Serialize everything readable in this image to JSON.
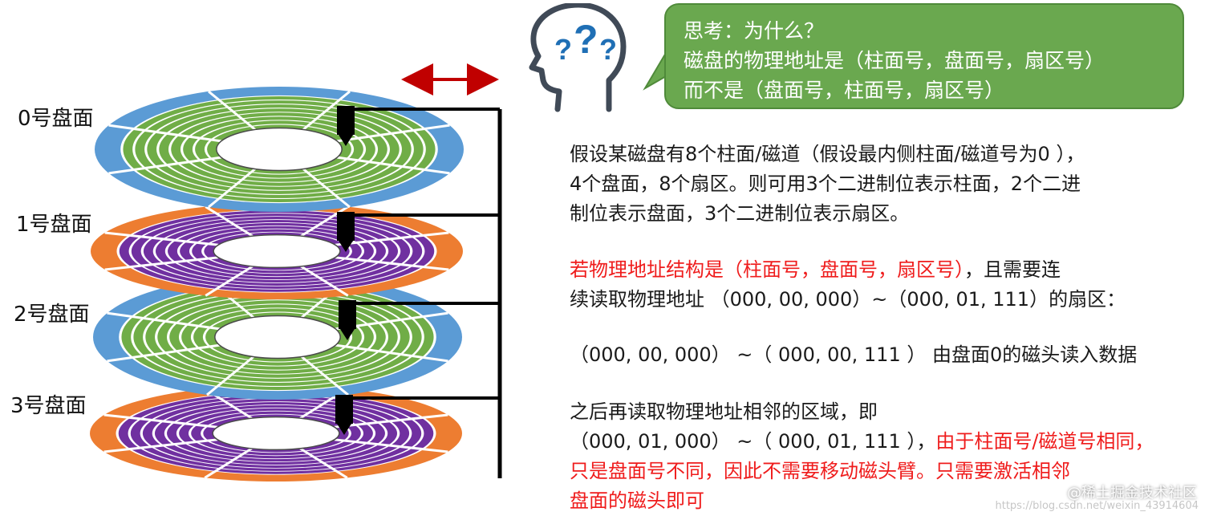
{
  "platter_labels": [
    "0号盘面",
    "1号盘面",
    "2号盘面",
    "3号盘面"
  ],
  "colors": {
    "blue": "#5b9bd5",
    "green": "#70ad47",
    "orange": "#ed7d31",
    "purple": "#7030a0",
    "arm": "#000000",
    "arrow": "#c00000",
    "bubble": "#6aa84f",
    "highlight_text": "#ef1c1c"
  },
  "platters": [
    {
      "outer": "blue",
      "inner": "green"
    },
    {
      "outer": "orange",
      "inner": "purple"
    },
    {
      "outer": "blue",
      "inner": "green"
    },
    {
      "outer": "orange",
      "inner": "purple"
    }
  ],
  "tracks": 8,
  "sectors": 8,
  "bubble": {
    "line1": "思考：为什么？",
    "line2": "磁盘的物理地址是（柱面号，盘面号，扇区号）",
    "line3": "而不是（盘面号，柱面号，扇区号）"
  },
  "icons": {
    "thinker": "head-question-icon",
    "arrow": "double-arrow-icon"
  },
  "text": {
    "p1_l1": "假设某磁盘有8个柱面/磁道（假设最内侧柱面/磁道号为0 ），",
    "p1_l2": "4个盘面，8个扇区。则可用3个二进制位表示柱面，2个二进",
    "p1_l3": "制位表示盘面，3个二进制位表示扇区。",
    "p2_l1_red": "若物理地址结构是（柱面号，盘面号，扇区号）",
    "p2_l1_rest": "，且需要连",
    "p2_l2": "续读取物理地址 （000, 00, 000）~（000, 01, 111）的扇区：",
    "p3": "（000, 00, 000） ~（ 000, 00, 111 ） 由盘面0的磁头读入数据",
    "p4_l1": "之后再读取物理地址相邻的区域，即",
    "p4_l2_black": "（000, 01, 000） ~（ 000, 01, 111 ），",
    "p4_l2_red": "由于柱面号/磁道号相同，",
    "p4_l3_red": "只是盘面号不同，因此不需要移动磁头臂。只需要激活相邻",
    "p4_l4_red": "盘面的磁头即可"
  },
  "watermark": "@稀土掘金技术社区",
  "watermark_url": "https://blog.csdn.net/weixin_43914604"
}
